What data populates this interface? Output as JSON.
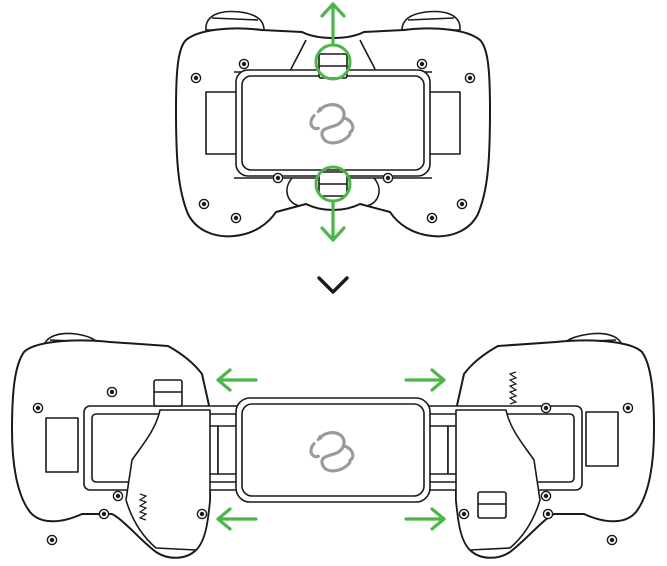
{
  "diagram": {
    "steps": [
      {
        "id": "before",
        "state": "retracted",
        "arrow_directions": [
          "up",
          "down"
        ]
      },
      {
        "id": "after",
        "state": "extended",
        "arrow_directions": [
          "left",
          "right"
        ]
      }
    ],
    "transition_icon": "chevron-down-icon",
    "logo_icon": "razer-snake-logo-icon"
  },
  "colors": {
    "accent": "#4cb648",
    "outline": "#1a1a1a",
    "logo": "#9a9a9a",
    "background": "#ffffff"
  }
}
